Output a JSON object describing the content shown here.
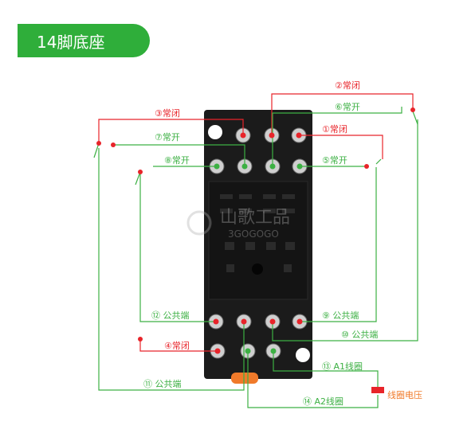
{
  "header": {
    "title": "14脚底座"
  },
  "watermark": {
    "brand": "山歌工品",
    "sub": "3GOGOGO"
  },
  "labels": {
    "l2": "②常闭",
    "l3": "③常闭",
    "l6": "⑥常开",
    "l1": "①常闭",
    "l7": "⑦常开",
    "l8": "⑧常开",
    "l5": "⑤常开",
    "l12": "⑫ 公共端",
    "l9": "⑨ 公共端",
    "l4": "④常闭",
    "l10": "⑩ 公共端",
    "l13": "⑬ A1线圈",
    "l11": "⑪ 公共端",
    "l14": "⑭ A2线圈",
    "coil": "线圈电压"
  },
  "colors": {
    "nc": "#e8242a",
    "no": "#3cb043",
    "banner": "#2fae3a",
    "base": "#1b1b1b"
  }
}
